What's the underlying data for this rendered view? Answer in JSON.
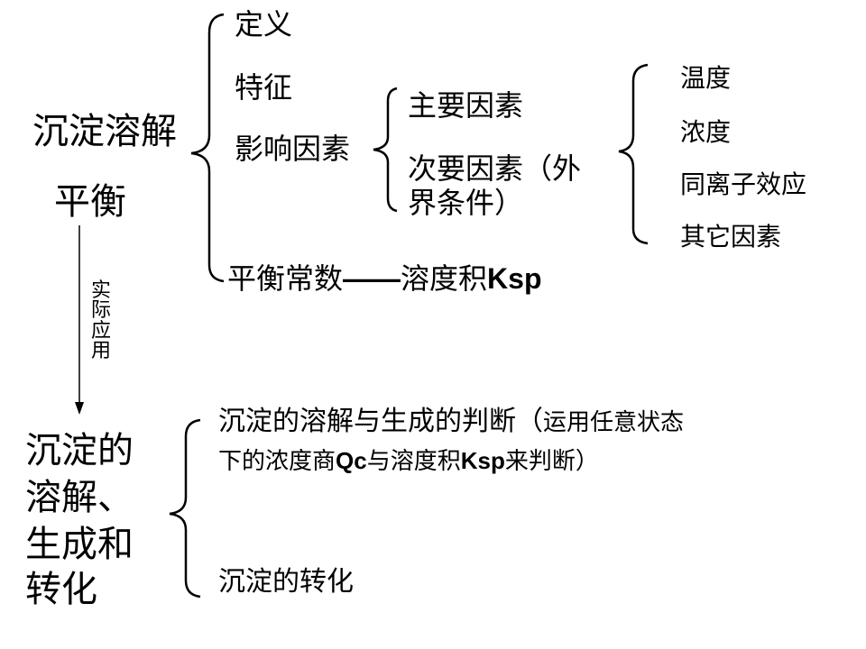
{
  "root": {
    "line1": "沉淀溶解",
    "line2": "平衡"
  },
  "branches": {
    "definition": "定义",
    "features": "特征",
    "factors": "影响因素",
    "constant": {
      "prefix": "平衡常数",
      "dash": "——",
      "mid": "溶度积",
      "ksp": "Ksp"
    }
  },
  "factors": {
    "main": "主要因素",
    "secondary_line1": "次要因素（外",
    "secondary_line2": "界条件）"
  },
  "external": [
    "温度",
    "浓度",
    "同离子效应",
    "其它因素"
  ],
  "arrow_label": "实际应用",
  "application": {
    "title_lines": [
      "沉淀的",
      "溶解、",
      "生成和",
      "转化"
    ],
    "item1": {
      "part1": "沉淀的溶解与生成的判断（",
      "part2": "运用任意状态",
      "part3": "下的浓度商",
      "qc": "Qc",
      "part4": "与溶度积",
      "ksp": "Ksp",
      "part5": "来判断）"
    },
    "item2": "沉淀的转化"
  }
}
